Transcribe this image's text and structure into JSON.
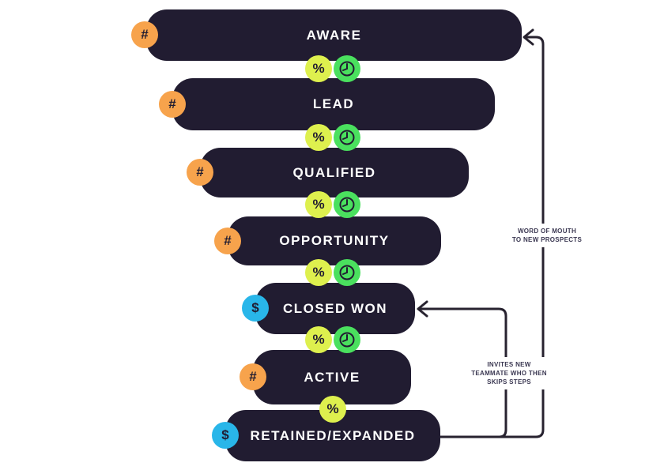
{
  "palette": {
    "background": "#ffffff",
    "bar": "#211c31",
    "bar-text": "#ffffff",
    "orange": "#f7a34c",
    "lime": "#def04e",
    "green": "#4ae05e",
    "blue": "#29b6e9",
    "line": "#27222f",
    "annotation-text": "#3b3852",
    "glyph-dark": "#211c31"
  },
  "glyphs": {
    "hash": "#",
    "dollar": "$",
    "percent": "%"
  },
  "funnel": {
    "stages": [
      {
        "label": "AWARE",
        "badge_icon": "hash-icon",
        "badge_glyph": "#",
        "badge_color": "orange"
      },
      {
        "label": "LEAD",
        "badge_icon": "hash-icon",
        "badge_glyph": "#",
        "badge_color": "orange"
      },
      {
        "label": "QUALIFIED",
        "badge_icon": "hash-icon",
        "badge_glyph": "#",
        "badge_color": "orange"
      },
      {
        "label": "OPPORTUNITY",
        "badge_icon": "hash-icon",
        "badge_glyph": "#",
        "badge_color": "orange"
      },
      {
        "label": "CLOSED WON",
        "badge_icon": "dollar-icon",
        "badge_glyph": "$",
        "badge_color": "blue"
      },
      {
        "label": "ACTIVE",
        "badge_icon": "hash-icon",
        "badge_glyph": "#",
        "badge_color": "orange"
      },
      {
        "label": "RETAINED/EXPANDED",
        "badge_icon": "dollar-icon",
        "badge_glyph": "$",
        "badge_color": "blue"
      }
    ],
    "connectors": [
      {
        "between": "AWARE-LEAD",
        "icons": [
          "percent-icon",
          "clock-icon"
        ]
      },
      {
        "between": "LEAD-QUALIFIED",
        "icons": [
          "percent-icon",
          "clock-icon"
        ]
      },
      {
        "between": "QUALIFIED-OPPORTUNITY",
        "icons": [
          "percent-icon",
          "clock-icon"
        ]
      },
      {
        "between": "OPPORTUNITY-CLOSED WON",
        "icons": [
          "percent-icon",
          "clock-icon"
        ]
      },
      {
        "between": "CLOSED WON-ACTIVE",
        "icons": [
          "percent-icon",
          "clock-icon"
        ]
      },
      {
        "between": "ACTIVE-RETAINED/EXPANDED",
        "icons": [
          "percent-icon"
        ]
      }
    ],
    "loops": [
      {
        "from": "RETAINED/EXPANDED",
        "to": "AWARE",
        "label_lines": [
          "WORD OF MOUTH",
          "TO NEW PROSPECTS"
        ]
      },
      {
        "from": "RETAINED/EXPANDED",
        "to": "CLOSED WON",
        "label_lines": [
          "INVITES NEW",
          "TEAMMATE WHO THEN",
          "SKIPS STEPS"
        ]
      }
    ]
  },
  "annotations": {
    "word_of_mouth": {
      "lines": [
        "WORD OF MOUTH",
        "TO NEW PROSPECTS"
      ]
    },
    "invites_teammate": {
      "lines": [
        "INVITES NEW",
        "TEAMMATE WHO THEN",
        "SKIPS STEPS"
      ]
    }
  }
}
